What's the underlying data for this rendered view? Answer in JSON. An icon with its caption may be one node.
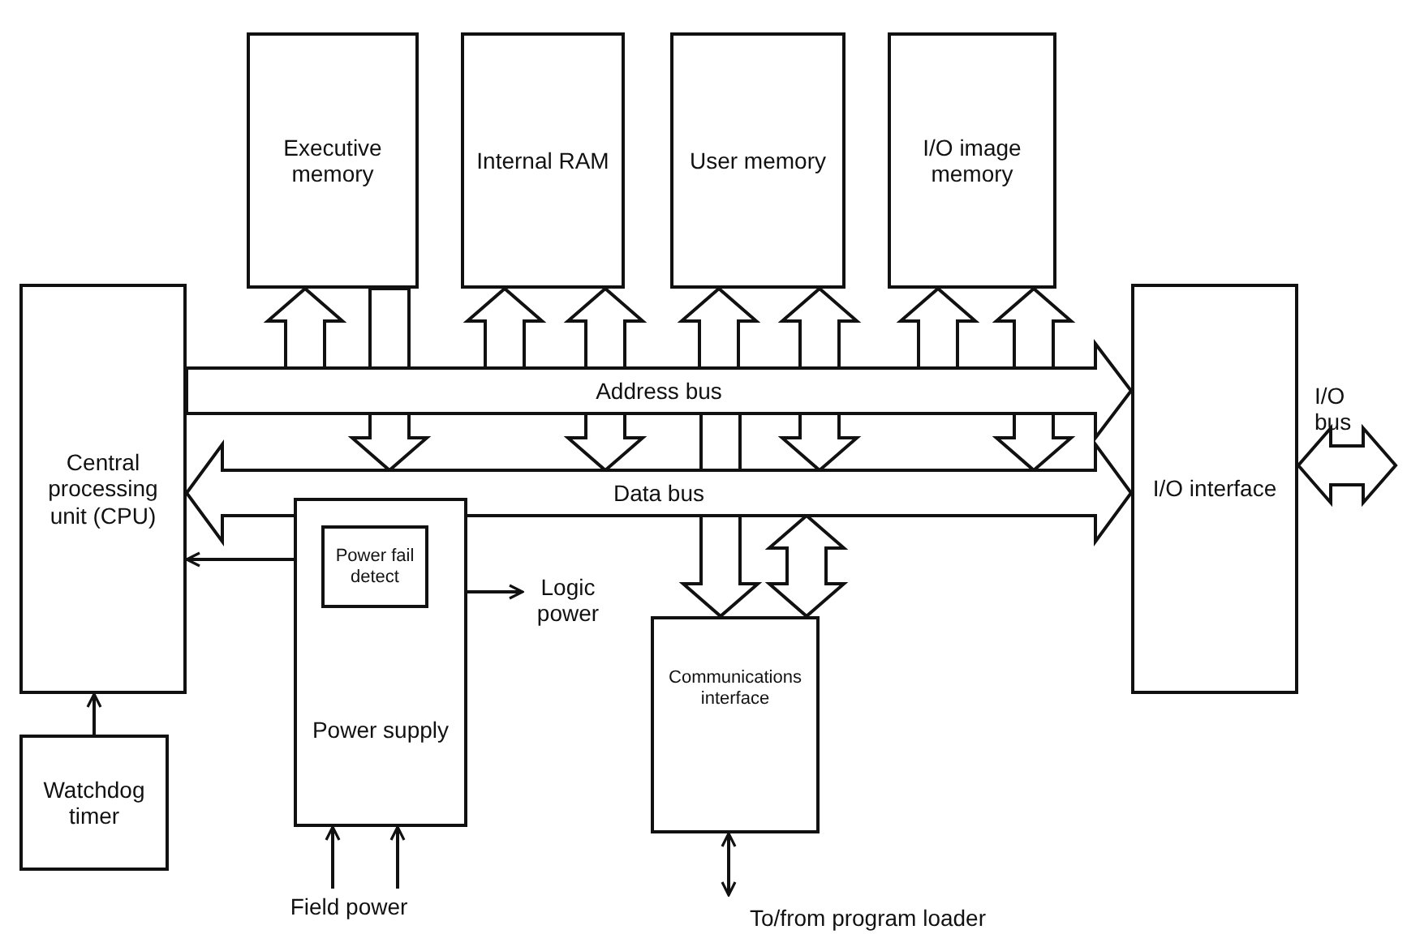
{
  "diagram": {
    "nodes": [
      {
        "text": [
          "Executive memory"
        ]
      },
      {
        "text": [
          "Internal RAM"
        ]
      },
      {
        "text": [
          "User memory"
        ]
      },
      {
        "text": [
          "I/O image memory"
        ]
      },
      {
        "text": [
          "Central processing unit (CPU)"
        ]
      },
      {
        "text": [
          "Address bus"
        ]
      },
      {
        "text": [
          "Data bus"
        ]
      },
      {
        "text": [
          "I/O interface"
        ]
      },
      {
        "text": [
          "Power supply"
        ]
      },
      {
        "text": [
          "Power fail detect"
        ],
        "in": 8
      },
      {
        "text": [
          "Logic power"
        ]
      },
      {
        "text": [
          "Communications interface"
        ]
      },
      {
        "text": [
          "Watchdog timer"
        ]
      },
      {
        "text": [
          "Field power"
        ]
      },
      {
        "text": [
          "To/from program loader"
        ]
      }
    ],
    "edges": [
      {
        "from": 5,
        "to": 0,
        "arrow": "to",
        "style": "thick"
      },
      {
        "from": 0,
        "to": 6,
        "arrow": "to",
        "style": "thick"
      },
      {
        "from": 5,
        "to": 1,
        "arrow": "to",
        "style": "thick"
      },
      {
        "from": 6,
        "to": 1,
        "arrow": "both",
        "style": "thick"
      },
      {
        "from": 5,
        "to": 2,
        "arrow": "to",
        "style": "thick"
      },
      {
        "from": 6,
        "to": 2,
        "arrow": "both",
        "style": "thick"
      },
      {
        "from": 5,
        "to": 3,
        "arrow": "to",
        "style": "thick"
      },
      {
        "from": 6,
        "to": 3,
        "arrow": "both",
        "style": "thick"
      },
      {
        "from": 5,
        "to": 11,
        "arrow": "to",
        "style": "thick"
      },
      {
        "from": 6,
        "to": 11,
        "arrow": "both",
        "style": "thick"
      },
      {
        "from": 9,
        "to": 4,
        "arrow": "to"
      },
      {
        "from": 8,
        "to": 10,
        "arrow": "to"
      },
      {
        "from": 12,
        "to": 4,
        "arrow": "to"
      },
      {
        "from": 13,
        "to": 8,
        "arrow": "to"
      },
      {
        "from": 13,
        "to": 8,
        "arrow": "to"
      },
      {
        "from": 11,
        "to": 14,
        "arrow": "both"
      },
      {
        "from": 7,
        "to": null,
        "arrow": "both",
        "style": "thick",
        "label": "I/O bus"
      }
    ]
  }
}
